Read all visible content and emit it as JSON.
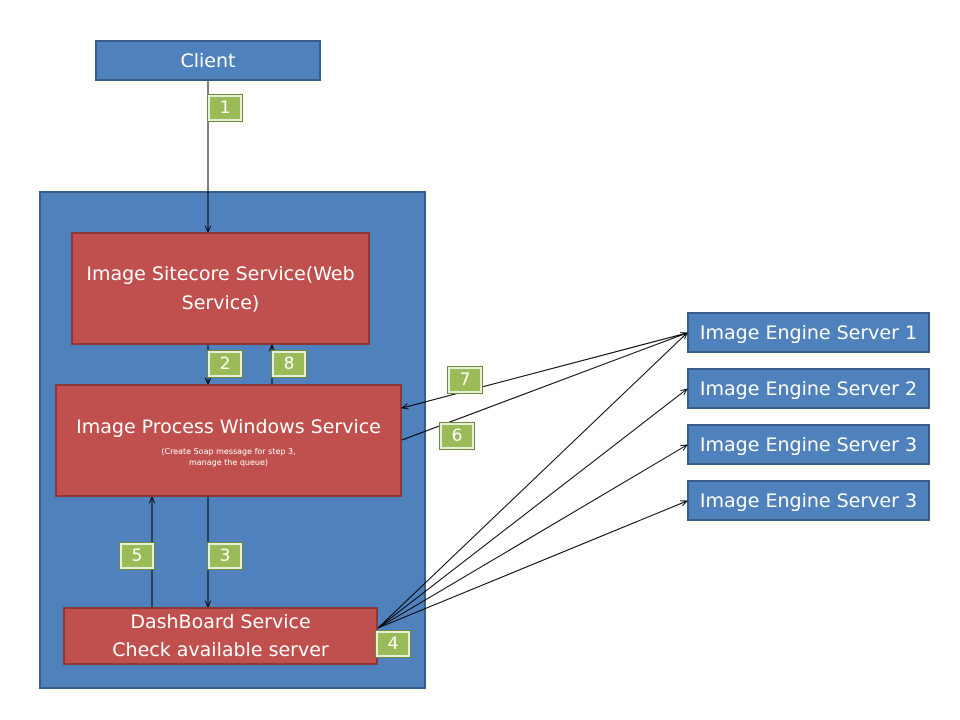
{
  "nodes": {
    "client": "Client",
    "sitecore_service_line1": "Image Sitecore Service(Web",
    "sitecore_service_line2": "Service)",
    "process_service_title": "Image Process  Windows Service",
    "process_service_note_line1": "(Create Soap message for step 3,",
    "process_service_note_line2": "manage the queue)",
    "dashboard_line1": "DashBoard Service",
    "dashboard_line2": "Check available server",
    "engine_servers": [
      "Image Engine Server 1",
      "Image Engine Server 2",
      "Image Engine Server 3",
      "Image Engine Server 3"
    ]
  },
  "steps": [
    "1",
    "2",
    "3",
    "4",
    "5",
    "6",
    "7",
    "8"
  ],
  "colors": {
    "blue": "#4f81bd",
    "red": "#c0504d",
    "green": "#9bbb59"
  }
}
